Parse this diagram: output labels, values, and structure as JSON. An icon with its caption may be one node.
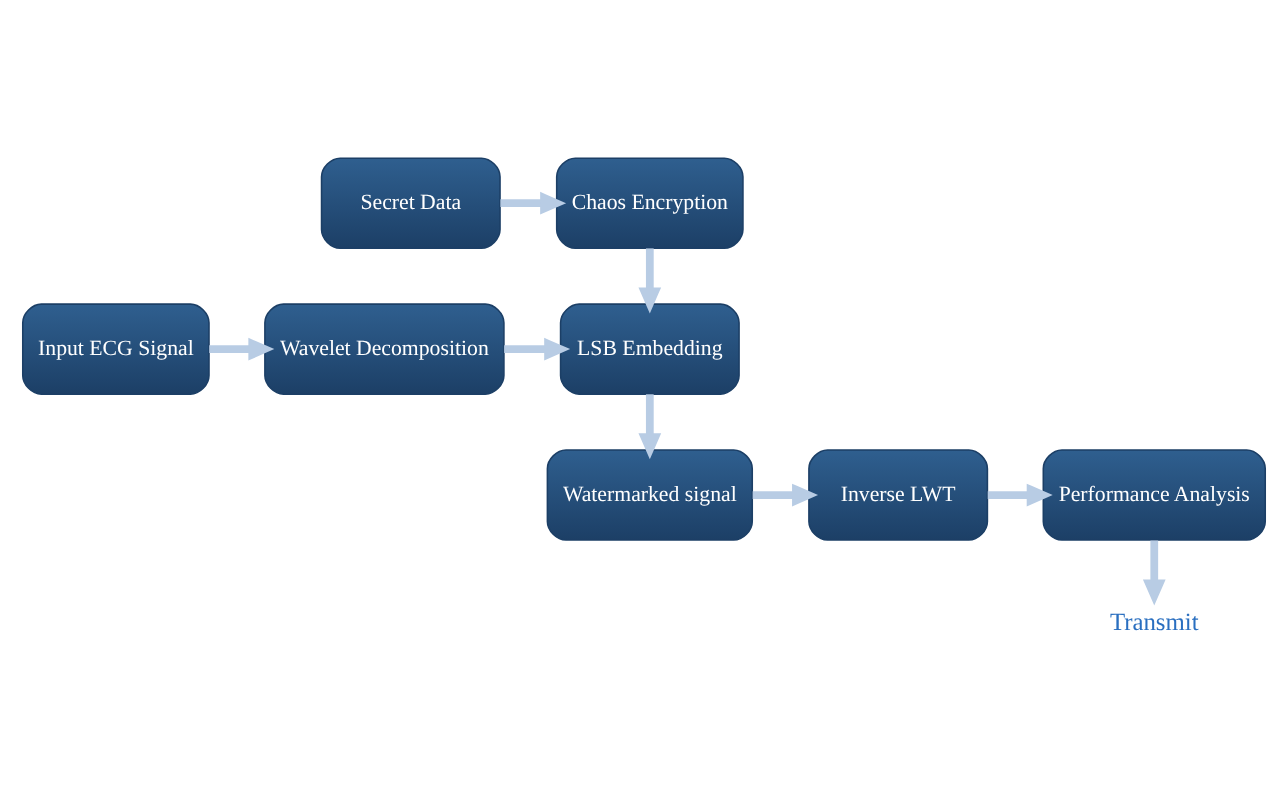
{
  "diagram": {
    "nodes": [
      {
        "text": [
          "Input ECG Signal"
        ]
      },
      {
        "text": [
          "Wavelet Decomposition"
        ]
      },
      {
        "text": [
          "LSB Embedding"
        ]
      },
      {
        "text": [
          "Secret Data"
        ]
      },
      {
        "text": [
          "Chaos Encryption"
        ]
      },
      {
        "text": [
          "Watermarked signal"
        ]
      },
      {
        "text": [
          "Inverse LWT"
        ]
      },
      {
        "text": [
          "Performance Analysis"
        ]
      },
      {
        "text": [
          "Transmit"
        ]
      }
    ],
    "edges": [
      {
        "from": 0,
        "to": 1,
        "arrow": "to"
      },
      {
        "from": 1,
        "to": 2,
        "arrow": "to"
      },
      {
        "from": 3,
        "to": 4,
        "arrow": "to"
      },
      {
        "from": 4,
        "to": 2,
        "arrow": "to"
      },
      {
        "from": 2,
        "to": 5,
        "arrow": "to"
      },
      {
        "from": 5,
        "to": 6,
        "arrow": "to"
      },
      {
        "from": 6,
        "to": 7,
        "arrow": "to"
      },
      {
        "from": 7,
        "to": 8,
        "arrow": "to"
      }
    ]
  }
}
